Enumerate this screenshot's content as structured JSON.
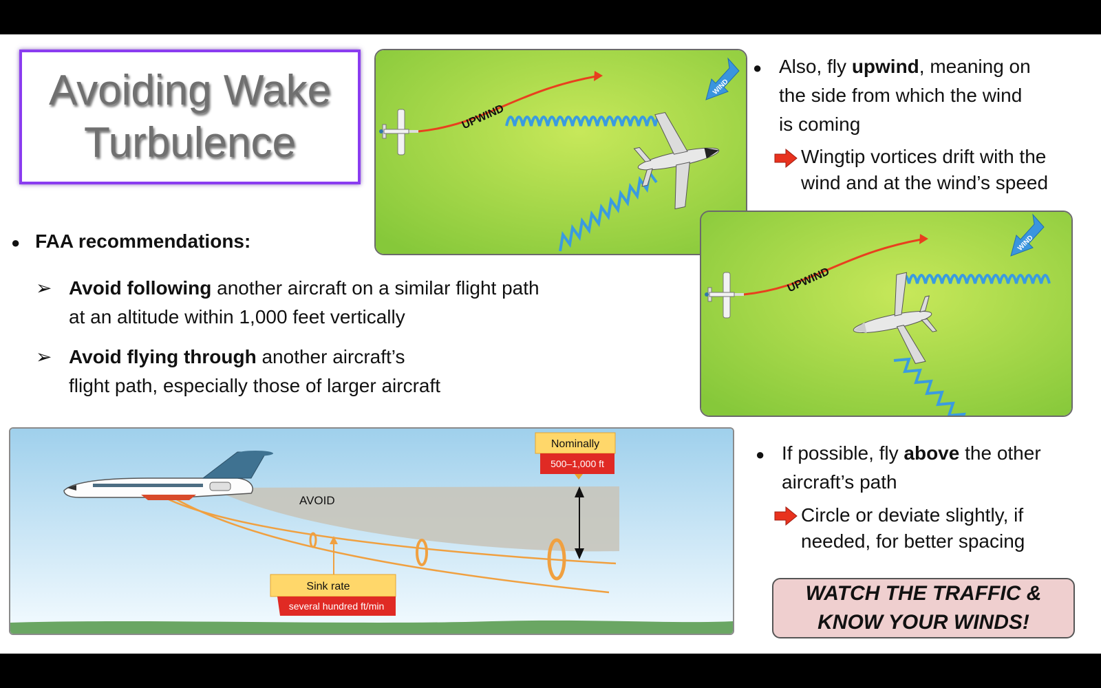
{
  "title": {
    "line1": "Avoiding Wake",
    "line2": "Turbulence"
  },
  "faa": {
    "heading": "FAA recommendations:",
    "items": [
      {
        "bold": "Avoid following",
        "rest1": " another aircraft on a similar flight path",
        "line2": "at an altitude within 1,000 feet vertically"
      },
      {
        "bold": "Avoid flying through",
        "rest1": " another aircraft’s",
        "line2": "flight path, especially those of larger aircraft"
      }
    ]
  },
  "upwind": {
    "pre": "Also, fly ",
    "bold": "upwind",
    "post": ", meaning on",
    "line2": "the side from which the wind",
    "line3": "is coming",
    "sub1": "Wingtip vortices drift with the",
    "sub2": "wind and at the wind’s speed"
  },
  "above": {
    "pre": "If possible, fly ",
    "bold": "above",
    "post": " the other",
    "line2": "aircraft’s path",
    "sub1": "Circle or deviate slightly,  if",
    "sub2": "needed, for better spacing"
  },
  "callout": {
    "line1": "WATCH  THE TRAFFIC &",
    "line2": "KNOW YOUR WINDS!"
  },
  "diagram_top": {
    "upwind_label": "UPWIND",
    "wind_label": "WIND"
  },
  "diagram_bottom": {
    "avoid_label": "AVOID",
    "nominally_label": "Nominally",
    "nominally_value": "500–1,000 ft",
    "sink_label": "Sink rate",
    "sink_value": "several hundred ft/min"
  },
  "colors": {
    "grass": "#a8d84a",
    "vortex": "#3a9be0",
    "path_red": "#e8401e",
    "title_border": "#8a3cf0"
  }
}
